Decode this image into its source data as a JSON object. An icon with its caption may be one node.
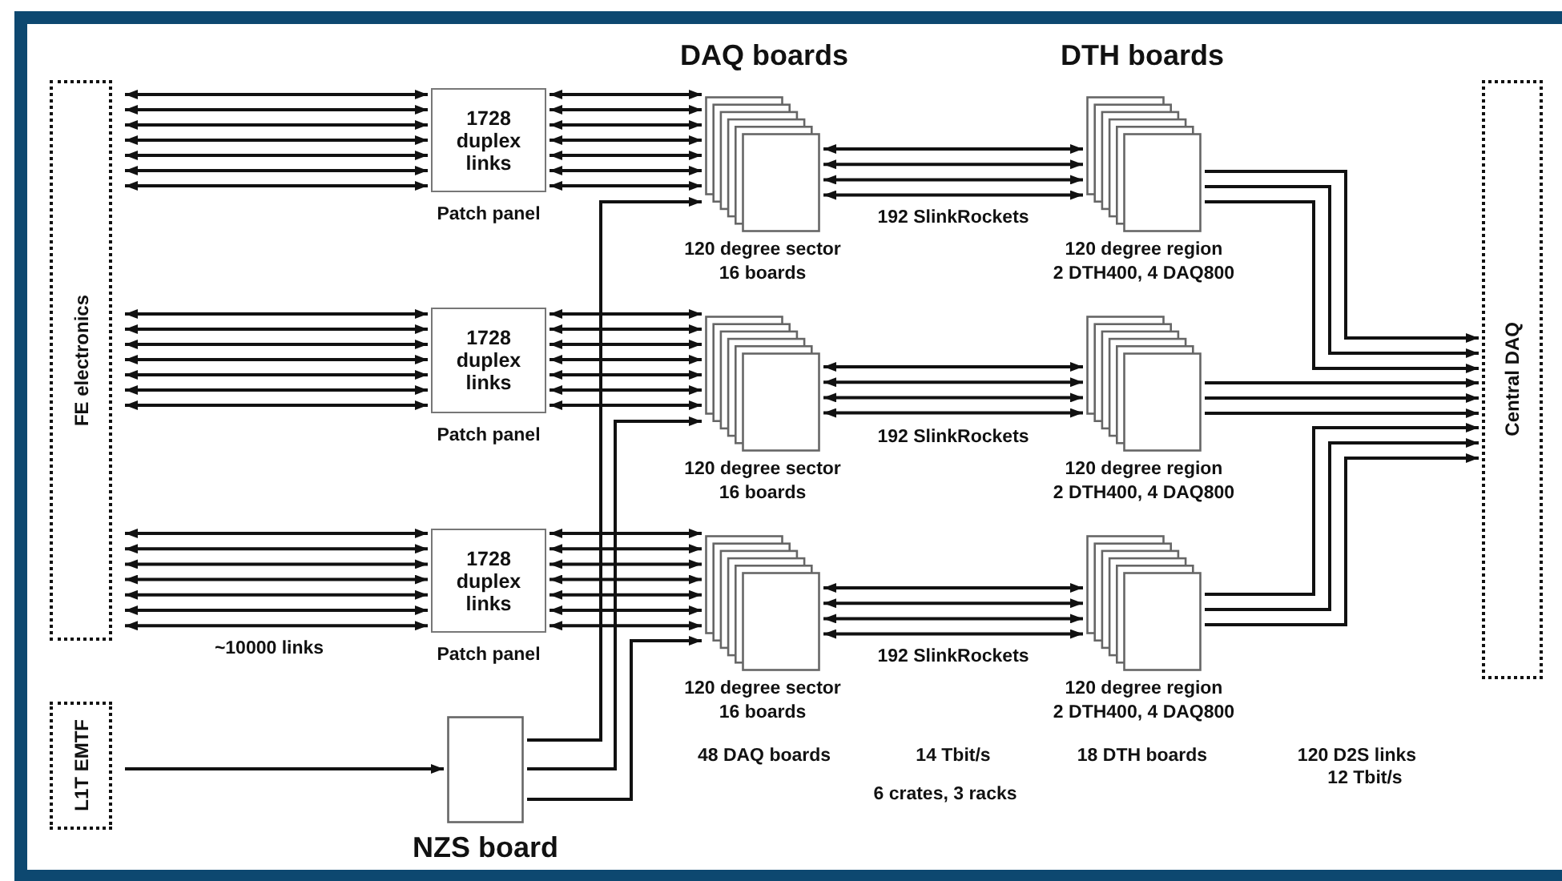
{
  "diagram": {
    "nodes": [
      {
        "text": [
          "FE electronics"
        ]
      },
      {
        "text": [
          "L1T EMTF"
        ]
      },
      {
        "text": [
          "1728 duplex links"
        ],
        "beside": [
          "Patch panel"
        ]
      },
      {
        "text": [
          "1728 duplex links"
        ],
        "beside": [
          "Patch panel"
        ]
      },
      {
        "text": [
          "1728 duplex links"
        ],
        "beside": [
          "Patch panel"
        ]
      },
      {
        "text": [],
        "shape": "box",
        "beside": [
          "NZS board"
        ]
      },
      {
        "text": [],
        "shape": "box",
        "beside": [
          "120 degree sector",
          "16 boards"
        ]
      },
      {
        "text": [],
        "shape": "box",
        "beside": [
          "120 degree sector",
          "16 boards"
        ]
      },
      {
        "text": [],
        "shape": "box",
        "beside": [
          "120 degree sector",
          "16 boards"
        ]
      },
      {
        "text": [],
        "shape": "box",
        "beside": [
          "120 degree region",
          "2 DTH400, 4 DAQ800"
        ]
      },
      {
        "text": [],
        "shape": "box",
        "beside": [
          "120 degree region",
          "2 DTH400, 4 DAQ800"
        ]
      },
      {
        "text": [],
        "shape": "box",
        "beside": [
          "120 degree region",
          "2 DTH400, 4 DAQ800"
        ]
      },
      {
        "text": [
          "Central DAQ"
        ]
      }
    ],
    "edges": [
      {
        "from": 0,
        "to": 2,
        "arrow": "both"
      },
      {
        "from": 0,
        "to": 2,
        "arrow": "both"
      },
      {
        "from": 0,
        "to": 2,
        "arrow": "both"
      },
      {
        "from": 0,
        "to": 2,
        "arrow": "both"
      },
      {
        "from": 0,
        "to": 2,
        "arrow": "both"
      },
      {
        "from": 0,
        "to": 2,
        "arrow": "both"
      },
      {
        "from": 0,
        "to": 2,
        "arrow": "both"
      },
      {
        "from": 0,
        "to": 3,
        "arrow": "both"
      },
      {
        "from": 0,
        "to": 3,
        "arrow": "both"
      },
      {
        "from": 0,
        "to": 3,
        "arrow": "both"
      },
      {
        "from": 0,
        "to": 3,
        "arrow": "both"
      },
      {
        "from": 0,
        "to": 3,
        "arrow": "both"
      },
      {
        "from": 0,
        "to": 3,
        "arrow": "both"
      },
      {
        "from": 0,
        "to": 3,
        "arrow": "both"
      },
      {
        "from": 0,
        "to": 4,
        "arrow": "both"
      },
      {
        "from": 0,
        "to": 4,
        "arrow": "both"
      },
      {
        "from": 0,
        "to": 4,
        "arrow": "both"
      },
      {
        "from": 0,
        "to": 4,
        "arrow": "both"
      },
      {
        "from": 0,
        "to": 4,
        "arrow": "both"
      },
      {
        "from": 0,
        "to": 4,
        "arrow": "both"
      },
      {
        "from": 0,
        "to": 4,
        "arrow": "both"
      },
      {
        "from": 2,
        "to": 6,
        "arrow": "both"
      },
      {
        "from": 2,
        "to": 6,
        "arrow": "both"
      },
      {
        "from": 2,
        "to": 6,
        "arrow": "both"
      },
      {
        "from": 2,
        "to": 6,
        "arrow": "both"
      },
      {
        "from": 2,
        "to": 6,
        "arrow": "both"
      },
      {
        "from": 2,
        "to": 6,
        "arrow": "both"
      },
      {
        "from": 2,
        "to": 6,
        "arrow": "both"
      },
      {
        "from": 3,
        "to": 7,
        "arrow": "both"
      },
      {
        "from": 3,
        "to": 7,
        "arrow": "both"
      },
      {
        "from": 3,
        "to": 7,
        "arrow": "both"
      },
      {
        "from": 3,
        "to": 7,
        "arrow": "both"
      },
      {
        "from": 3,
        "to": 7,
        "arrow": "both"
      },
      {
        "from": 3,
        "to": 7,
        "arrow": "both"
      },
      {
        "from": 3,
        "to": 7,
        "arrow": "both"
      },
      {
        "from": 4,
        "to": 8,
        "arrow": "both"
      },
      {
        "from": 4,
        "to": 8,
        "arrow": "both"
      },
      {
        "from": 4,
        "to": 8,
        "arrow": "both"
      },
      {
        "from": 4,
        "to": 8,
        "arrow": "both"
      },
      {
        "from": 4,
        "to": 8,
        "arrow": "both"
      },
      {
        "from": 4,
        "to": 8,
        "arrow": "both"
      },
      {
        "from": 4,
        "to": 8,
        "arrow": "both"
      },
      {
        "from": 1,
        "to": 5,
        "arrow": "to"
      },
      {
        "from": 5,
        "to": 6,
        "arrow": "to"
      },
      {
        "from": 5,
        "to": 7,
        "arrow": "to"
      },
      {
        "from": 5,
        "to": 8,
        "arrow": "to"
      },
      {
        "from": 6,
        "to": 9,
        "arrow": "both"
      },
      {
        "from": 6,
        "to": 9,
        "arrow": "both"
      },
      {
        "from": 6,
        "to": 9,
        "arrow": "both"
      },
      {
        "from": 6,
        "to": 9,
        "arrow": "both"
      },
      {
        "from": 7,
        "to": 10,
        "arrow": "both"
      },
      {
        "from": 7,
        "to": 10,
        "arrow": "both"
      },
      {
        "from": 7,
        "to": 10,
        "arrow": "both"
      },
      {
        "from": 7,
        "to": 10,
        "arrow": "both"
      },
      {
        "from": 8,
        "to": 11,
        "arrow": "both"
      },
      {
        "from": 8,
        "to": 11,
        "arrow": "both"
      },
      {
        "from": 8,
        "to": 11,
        "arrow": "both"
      },
      {
        "from": 8,
        "to": 11,
        "arrow": "both"
      },
      {
        "from": 9,
        "to": 12,
        "arrow": "to"
      },
      {
        "from": 9,
        "to": 12,
        "arrow": "to"
      },
      {
        "from": 9,
        "to": 12,
        "arrow": "to"
      },
      {
        "from": 10,
        "to": 12,
        "arrow": "to"
      },
      {
        "from": 10,
        "to": 12,
        "arrow": "to"
      },
      {
        "from": 10,
        "to": 12,
        "arrow": "to"
      },
      {
        "from": 11,
        "to": 12,
        "arrow": "to"
      },
      {
        "from": 11,
        "to": 12,
        "arrow": "to"
      },
      {
        "from": 11,
        "to": 12,
        "arrow": "to"
      }
    ],
    "labels": [
      "DAQ boards",
      "DTH boards",
      "192 SlinkRockets",
      "192 SlinkRockets",
      "192 SlinkRockets",
      "~10000 links",
      "48 DAQ boards",
      "14 Tbit/s",
      "18 DTH boards",
      "120 D2S links",
      "12 Tbit/s",
      "6 crates, 3 racks"
    ]
  }
}
